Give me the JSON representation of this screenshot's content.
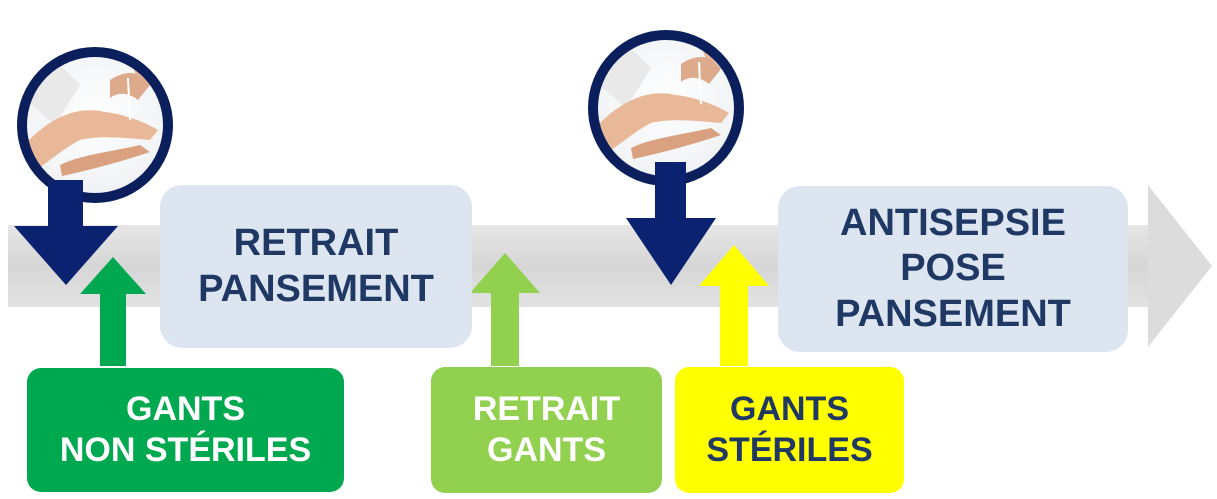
{
  "diagram": {
    "timeline_steps": [
      {
        "lines": [
          "RETRAIT",
          "PANSEMENT"
        ]
      },
      {
        "lines": [
          "ANTISEPSIE",
          "POSE",
          "PANSEMENT"
        ]
      }
    ],
    "glove_actions": [
      {
        "lines": [
          "GANTS",
          "NON STÉRILES"
        ],
        "color": "#00a94f"
      },
      {
        "lines": [
          "RETRAIT",
          "GANTS"
        ],
        "color": "#92d050"
      },
      {
        "lines": [
          "GANTS",
          "STÉRILES"
        ],
        "color": "#ffff00"
      }
    ],
    "hand_hygiene_icon": "hand-rub-icon",
    "colors": {
      "timeline_arrow": "#d9d9d9",
      "hygiene_ring": "#0a1f5c",
      "hygiene_arrow": "#0b2270",
      "step_box": "#dde6f0",
      "step_text": "#1f3864"
    }
  }
}
